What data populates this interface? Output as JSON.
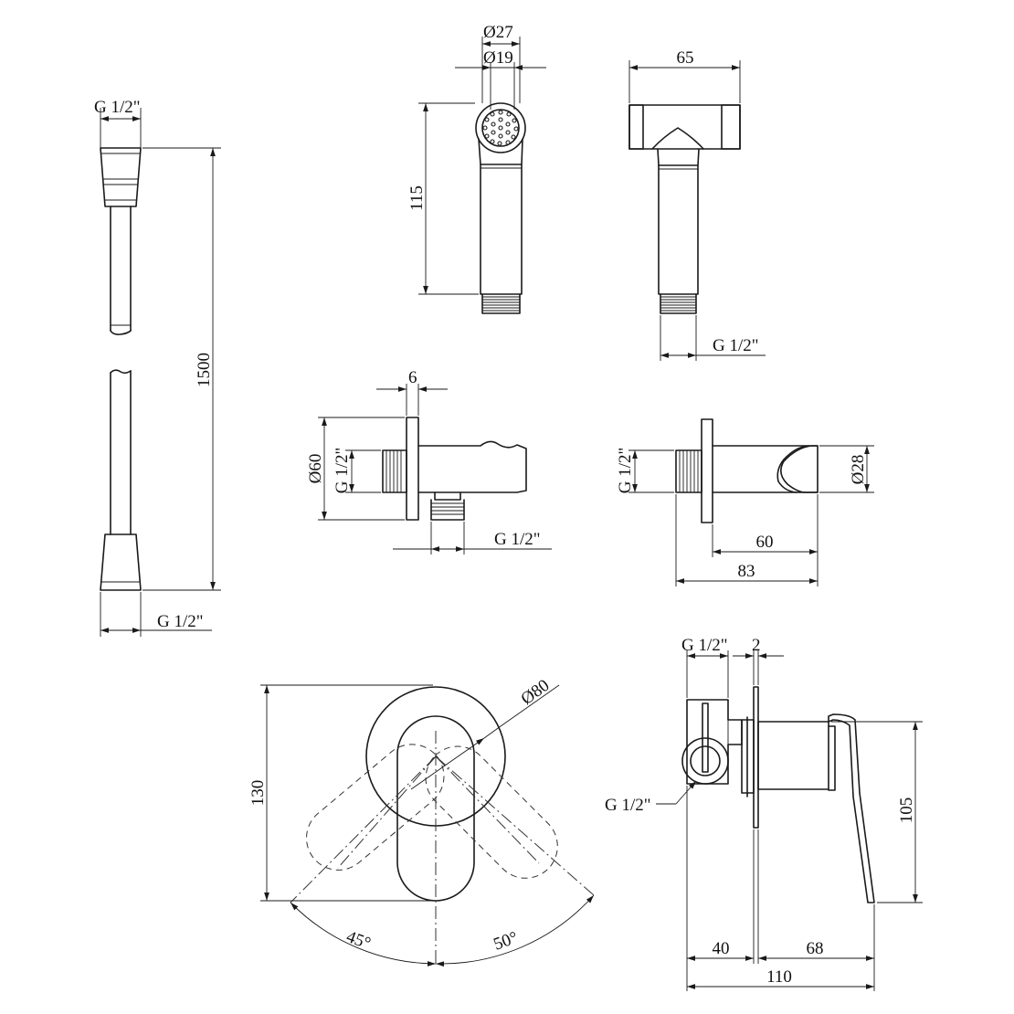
{
  "hose": {
    "thread_top": "G 1/2\"",
    "length": "1500",
    "thread_bottom": "G 1/2\""
  },
  "head_front": {
    "diam_outer": "Ø27",
    "diam_inner": "Ø19",
    "height": "115"
  },
  "head_side": {
    "width": "65",
    "thread": "G 1/2\""
  },
  "outlet_holder": {
    "depth": "6",
    "diam_flange": "Ø60",
    "thread_wall": "G 1/2\"",
    "thread_out": "G 1/2\""
  },
  "wall_holder": {
    "thread_wall": "G 1/2\"",
    "diam_cradle": "Ø28",
    "len_inner": "60",
    "len_total": "83"
  },
  "mixer_front": {
    "diam_rosette": "Ø80",
    "height": "130",
    "angle_left": "45°",
    "angle_right": "50°"
  },
  "mixer_side": {
    "thread_top": "G 1/2\"",
    "rosette_gap": "2",
    "thread_inlet": "G 1/2\"",
    "height": "105",
    "depth_body": "40",
    "length_lever": "68",
    "length_total": "110"
  }
}
